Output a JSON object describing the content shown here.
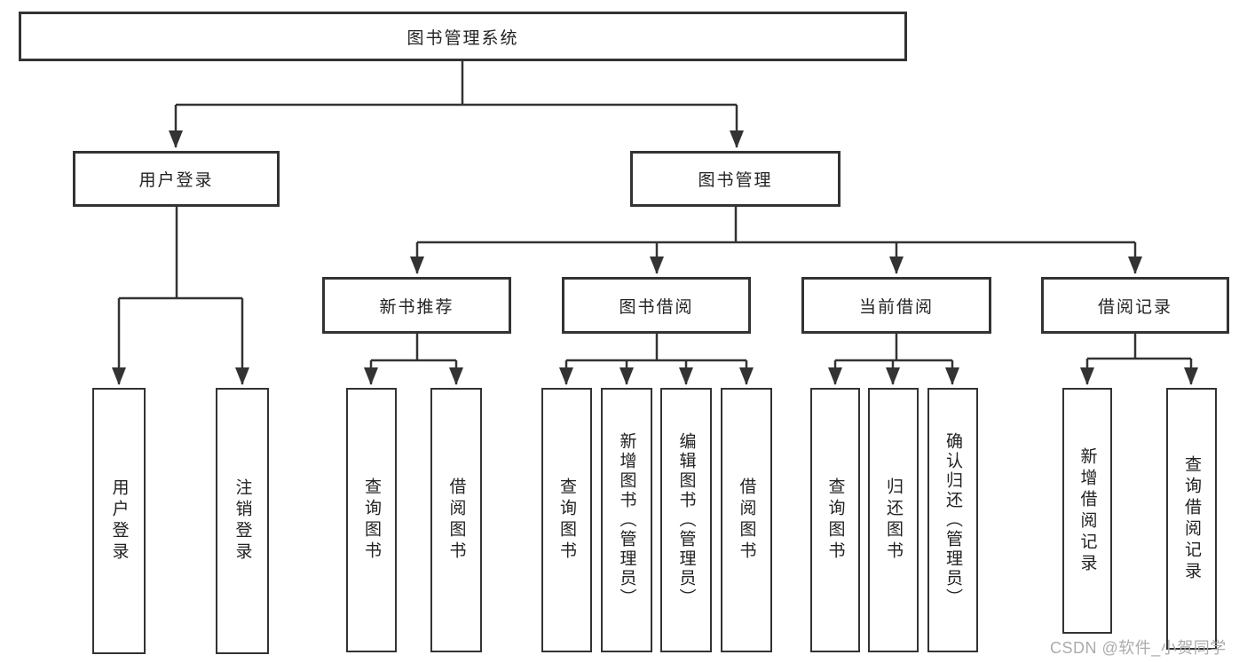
{
  "style": {
    "line_color": "#333333",
    "text_color": "#222222",
    "background_color": "#ffffff",
    "watermark_color": "#ababab"
  },
  "watermark": "CSDN @软件_小贺同学",
  "tree": {
    "label": "图书管理系统",
    "children": [
      {
        "label": "用户登录",
        "children": [
          {
            "label": "用户登录"
          },
          {
            "label": "注销登录"
          }
        ]
      },
      {
        "label": "图书管理",
        "children": [
          {
            "label": "新书推荐",
            "children": [
              {
                "label": "查询图书"
              },
              {
                "label": "借阅图书"
              }
            ]
          },
          {
            "label": "图书借阅",
            "children": [
              {
                "label": "查询图书"
              },
              {
                "label": "新增图书（管理员）"
              },
              {
                "label": "编辑图书（管理员）"
              },
              {
                "label": "借阅图书"
              }
            ]
          },
          {
            "label": "当前借阅",
            "children": [
              {
                "label": "查询图书"
              },
              {
                "label": "归还图书"
              },
              {
                "label": "确认归还（管理员）"
              }
            ]
          },
          {
            "label": "借阅记录",
            "children": [
              {
                "label": "新增借阅记录"
              },
              {
                "label": "查询借阅记录"
              }
            ]
          }
        ]
      }
    ]
  }
}
